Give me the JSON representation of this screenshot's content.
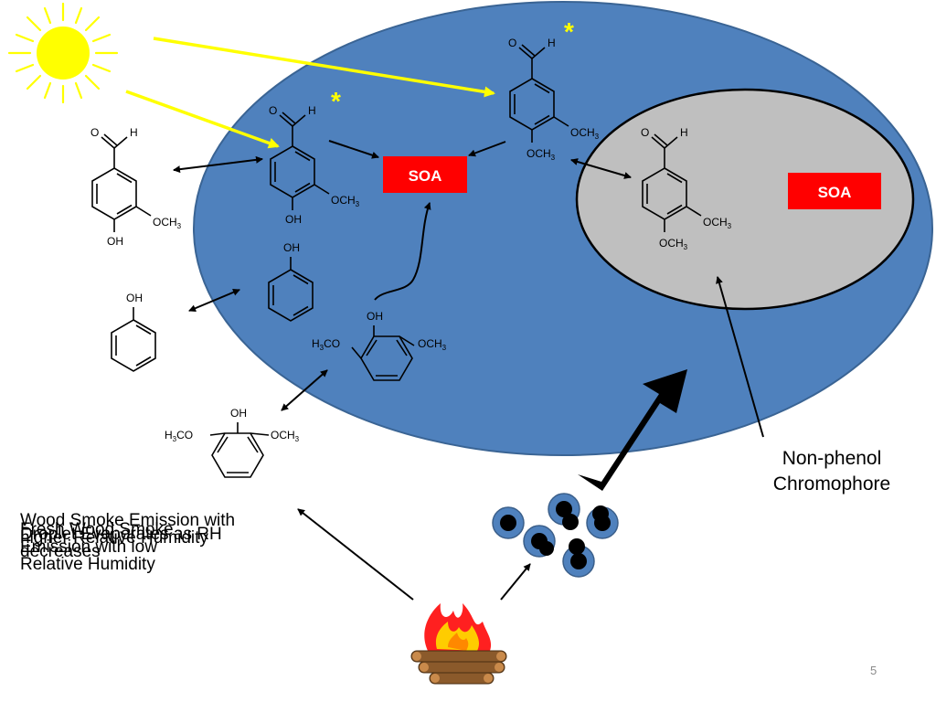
{
  "soa_labels": [
    "SOA",
    "SOA"
  ],
  "atoms": {
    "o": "O",
    "h": "H",
    "oh": "OH",
    "och3_pre": "OCH",
    "och3_sub": "3",
    "h3co_pre": "H",
    "h3co_sub": "3",
    "h3co_post": "CO"
  },
  "asterisk": "*",
  "chromophore": {
    "line1": "Non-phenol",
    "line2": "Chromophore"
  },
  "captions": [
    "Wood Smoke Emission with higher  Relative Humidity",
    "Fresh Wood Smoke Emission with low Relative Humidity",
    "Droplet Evaporates as RH decreases"
  ],
  "page_number": "5",
  "colors": {
    "droplet": "#4f81bd",
    "particle_core": "#4e4e4e",
    "soa_box": "#ff0000",
    "sun": "#ffff00",
    "light_ray": "#ffff00",
    "asterisk": "#ffff00"
  }
}
